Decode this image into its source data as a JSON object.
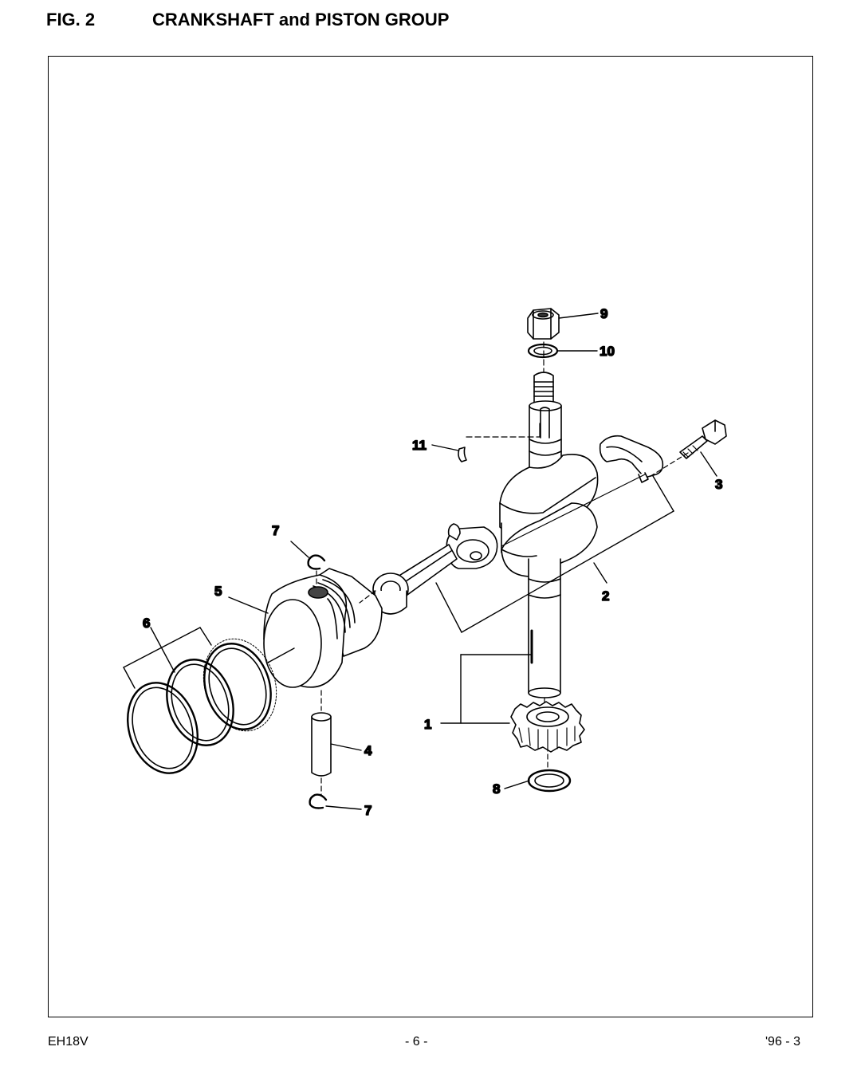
{
  "header": {
    "fig_number": "FIG. 2",
    "title": "CRANKSHAFT and PISTON GROUP"
  },
  "callouts": {
    "c1": "1",
    "c2": "2",
    "c3": "3",
    "c4": "4",
    "c5": "5",
    "c6": "6",
    "c7a": "7",
    "c7b": "7",
    "c8": "8",
    "c9": "9",
    "c10": "10",
    "c11": "11"
  },
  "footer": {
    "model": "EH18V",
    "page": "- 6 -",
    "date": "'96 - 3"
  }
}
